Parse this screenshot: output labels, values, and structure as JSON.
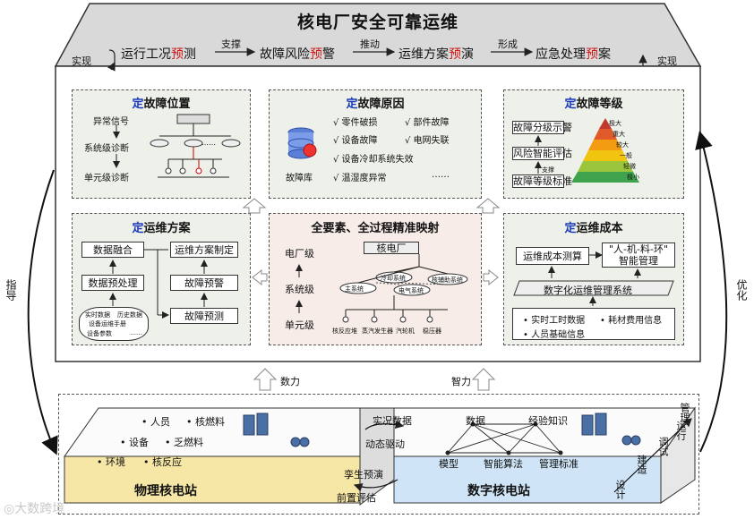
{
  "title": "核电厂安全可靠运维",
  "phases": [
    {
      "pre": "运行工况",
      "red": "预",
      "post": "测"
    },
    {
      "pre": "故障风险",
      "red": "预",
      "post": "警"
    },
    {
      "pre": "运维方案",
      "red": "预",
      "post": "演"
    },
    {
      "pre": "应急处理",
      "red": "预",
      "post": "案"
    }
  ],
  "phase_links": [
    "支撑",
    "推动",
    "形成"
  ],
  "side_labels": {
    "left_realize": "实现",
    "right_realize": "实现",
    "guide": "指导",
    "optimize": "优化"
  },
  "panels": {
    "fault_position": {
      "title_blue": "定",
      "title_rest": "故障位置",
      "levels": [
        "异常信号",
        "系统级诊断",
        "单元级诊断"
      ],
      "dots": "……"
    },
    "fault_cause": {
      "title_blue": "定",
      "title_rest": "故障原因",
      "db_label": "故障库",
      "items": [
        "√ 零件破损",
        "√ 部件故障",
        "√ 设备故障",
        "√ 电网失联",
        "√ 设备冷却系统失效",
        "√ 温湿度异常"
      ],
      "dots": "……"
    },
    "fault_level": {
      "title_blue": "定",
      "title_rest": "故障等级",
      "boxes": [
        "故障分级示警",
        "风险智能评估",
        "故障等级标准"
      ],
      "support": "支撑",
      "pyramid_labels": [
        "极大",
        "重大",
        "较大",
        "一般",
        "轻微",
        "极小"
      ]
    },
    "maintenance_plan": {
      "title_blue": "定",
      "title_rest": "运维方案",
      "left_boxes": [
        "数据融合",
        "数据预处理"
      ],
      "data_sources": [
        "实时数据",
        "历史数据",
        "设备运维手册",
        "设备参数",
        "……"
      ],
      "right_boxes": [
        "运维方案制定",
        "故障预警",
        "故障预测"
      ]
    },
    "center_mapping": {
      "title": "全要素、全过程精准映射",
      "levels": [
        "电厂级",
        "系统级",
        "单元级"
      ],
      "plant": "核电厂",
      "systems": [
        "冷却系统",
        "主系统",
        "电气系统",
        "核辅助系统"
      ],
      "units": [
        "核反应堆",
        "蒸汽发生器",
        "汽轮机",
        "稳压器"
      ]
    },
    "maintenance_cost": {
      "title_blue": "定",
      "title_rest": "运维成本",
      "measure": "运维成本测算",
      "triple": "\"人-机-料-环\"",
      "triple_sub": "智能管理",
      "system": "数字化运维管理系统",
      "items": [
        "实时工时数据",
        "耗材费用信息",
        "人员基础信息"
      ]
    }
  },
  "flow_labels": {
    "compute": "数力",
    "intelligence": "智力"
  },
  "physical_plant": {
    "label": "物理核电站",
    "items": [
      "人员",
      "核燃料",
      "设备",
      "乏燃料",
      "环境",
      "核反应"
    ]
  },
  "digital_plant": {
    "label": "数字核电站",
    "items": [
      "数据",
      "经验知识",
      "模型",
      "智能算法",
      "管理标准"
    ],
    "side_steps": [
      "设计",
      "建造",
      "调试",
      "运行",
      "管理"
    ]
  },
  "twin_links": {
    "realtime": "实况数据",
    "dynamic": "动态驱动",
    "rehearse": "孪生预演",
    "evaluate": "前置评估"
  },
  "watermark": "大数跨境",
  "colors": {
    "red_accent": "#d01414",
    "blue_accent": "#1a3ab8",
    "header_gray": "#d9d9d9",
    "physical_face": "#f7e7a6",
    "digital_face": "#cfe5f7",
    "panel_bg": "#eef1ea",
    "center_bg": "#f7ece8"
  }
}
